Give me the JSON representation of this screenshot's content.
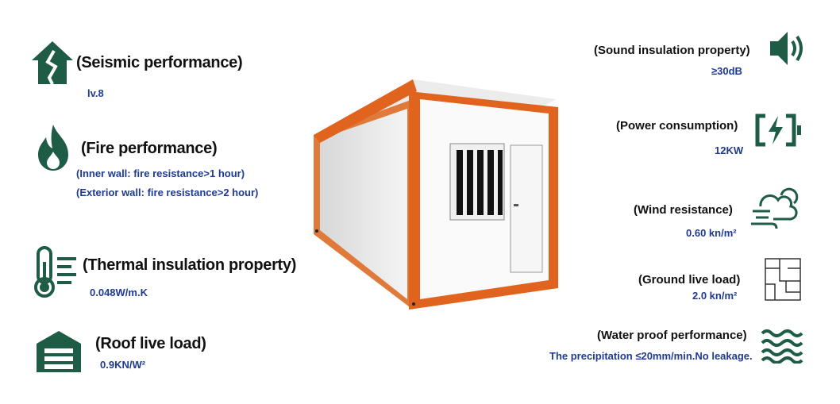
{
  "left": {
    "seismic": {
      "title": "(Seismic performance)",
      "value": "lv.8",
      "icon": "house-crack-icon"
    },
    "fire": {
      "title": "(Fire performance)",
      "line1": "(Inner wall: fire resistance>1 hour)",
      "line2": "(Exterior wall: fire resistance>2 hour)",
      "icon": "fire-icon"
    },
    "thermal": {
      "title": "(Thermal insulation property)",
      "value": "0.048W/m.K",
      "icon": "thermometer-icon"
    },
    "roof": {
      "title": "(Roof live load)",
      "value": "0.9KN/W²",
      "icon": "garage-icon"
    }
  },
  "right": {
    "sound": {
      "title": "(Sound insulation property)",
      "value": "≥30dB",
      "icon": "speaker-icon"
    },
    "power": {
      "title": "(Power consumption)",
      "value": "12KW",
      "icon": "battery-charging-icon"
    },
    "wind": {
      "title": "(Wind resistance)",
      "value": "0.60 kn/m²",
      "icon": "wind-cloud-icon"
    },
    "ground": {
      "title": "(Ground live load)",
      "value": "2.0 kn/m²",
      "icon": "floor-plan-icon"
    },
    "water": {
      "title": "(Water proof performance)",
      "value": "The precipitation ≤20mm/min.No leakage.",
      "icon": "waves-icon"
    }
  },
  "colors": {
    "icon_green": "#1e5c46",
    "value_blue": "#1f3a93",
    "frame_orange": "#e0641e"
  }
}
